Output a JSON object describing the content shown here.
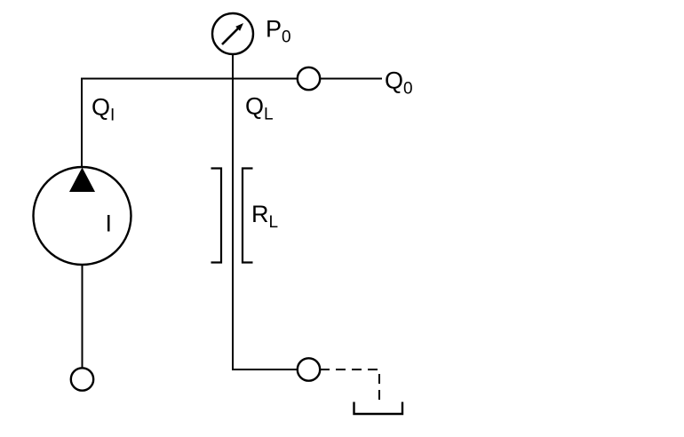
{
  "diagram": {
    "type": "hydraulic-circuit-schematic",
    "colors": {
      "line": "#000000",
      "background": "#ffffff"
    },
    "labels": {
      "gauge_pressure": {
        "main": "P",
        "sub": "0"
      },
      "output_flow": {
        "main": "Q",
        "sub": "0"
      },
      "supply_flow": {
        "main": "Q",
        "sub": "I"
      },
      "load_flow": {
        "main": "Q",
        "sub": "L"
      },
      "load_resistance": {
        "main": "R",
        "sub": "L"
      },
      "flow_source": {
        "main": "I",
        "sub": ""
      }
    },
    "icons": [
      {
        "name": "pressure-gauge-icon",
        "shape": "circle with 45-degree needle arrow"
      },
      {
        "name": "flow-source-pump-icon",
        "shape": "circle with solid upward triangle"
      },
      {
        "name": "load-resistance-icon",
        "shape": "opposed square brackets flanking a vertical line"
      },
      {
        "name": "port-circle-icon",
        "shape": "small open circle on a line"
      },
      {
        "name": "terminal-circle-icon",
        "shape": "small open circle line ending"
      },
      {
        "name": "tank-icon",
        "shape": "open-top rectangle (reservoir)"
      }
    ]
  }
}
